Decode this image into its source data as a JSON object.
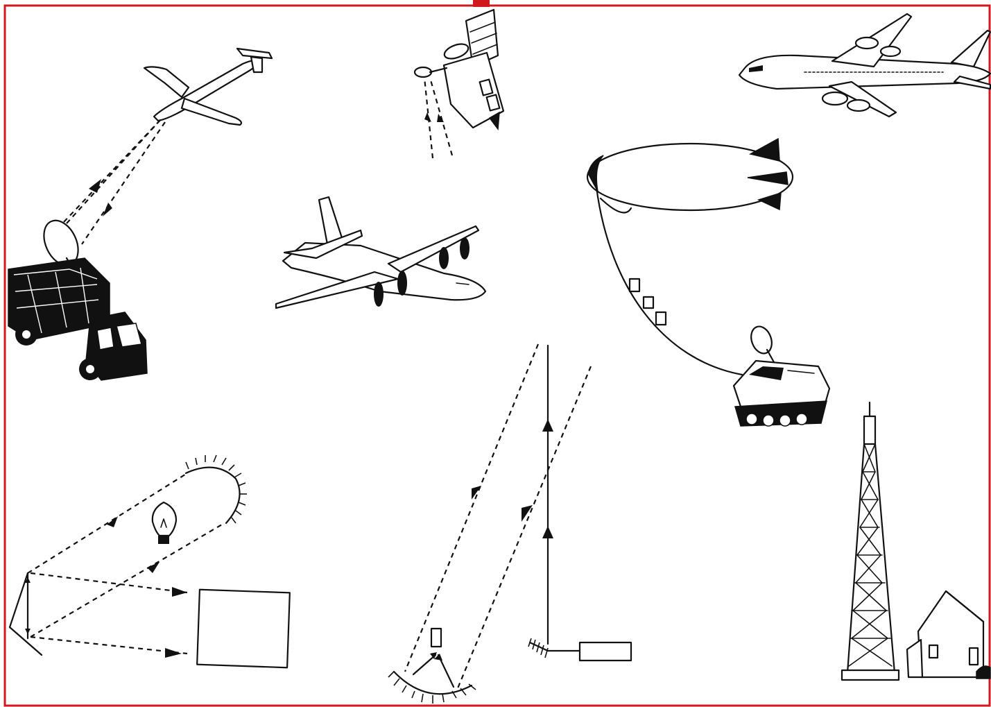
{
  "figure": {
    "frame_color": "#d0191d",
    "objects": [
      "glider",
      "satellite",
      "jumbo-jet",
      "airship",
      "transport-plane",
      "radar-truck",
      "ground-vehicle",
      "transmission-tower",
      "house",
      "laser-instrument",
      "light-bulb",
      "concave-mirror",
      "retro-reflector",
      "target-panel",
      "receiver-box"
    ]
  }
}
